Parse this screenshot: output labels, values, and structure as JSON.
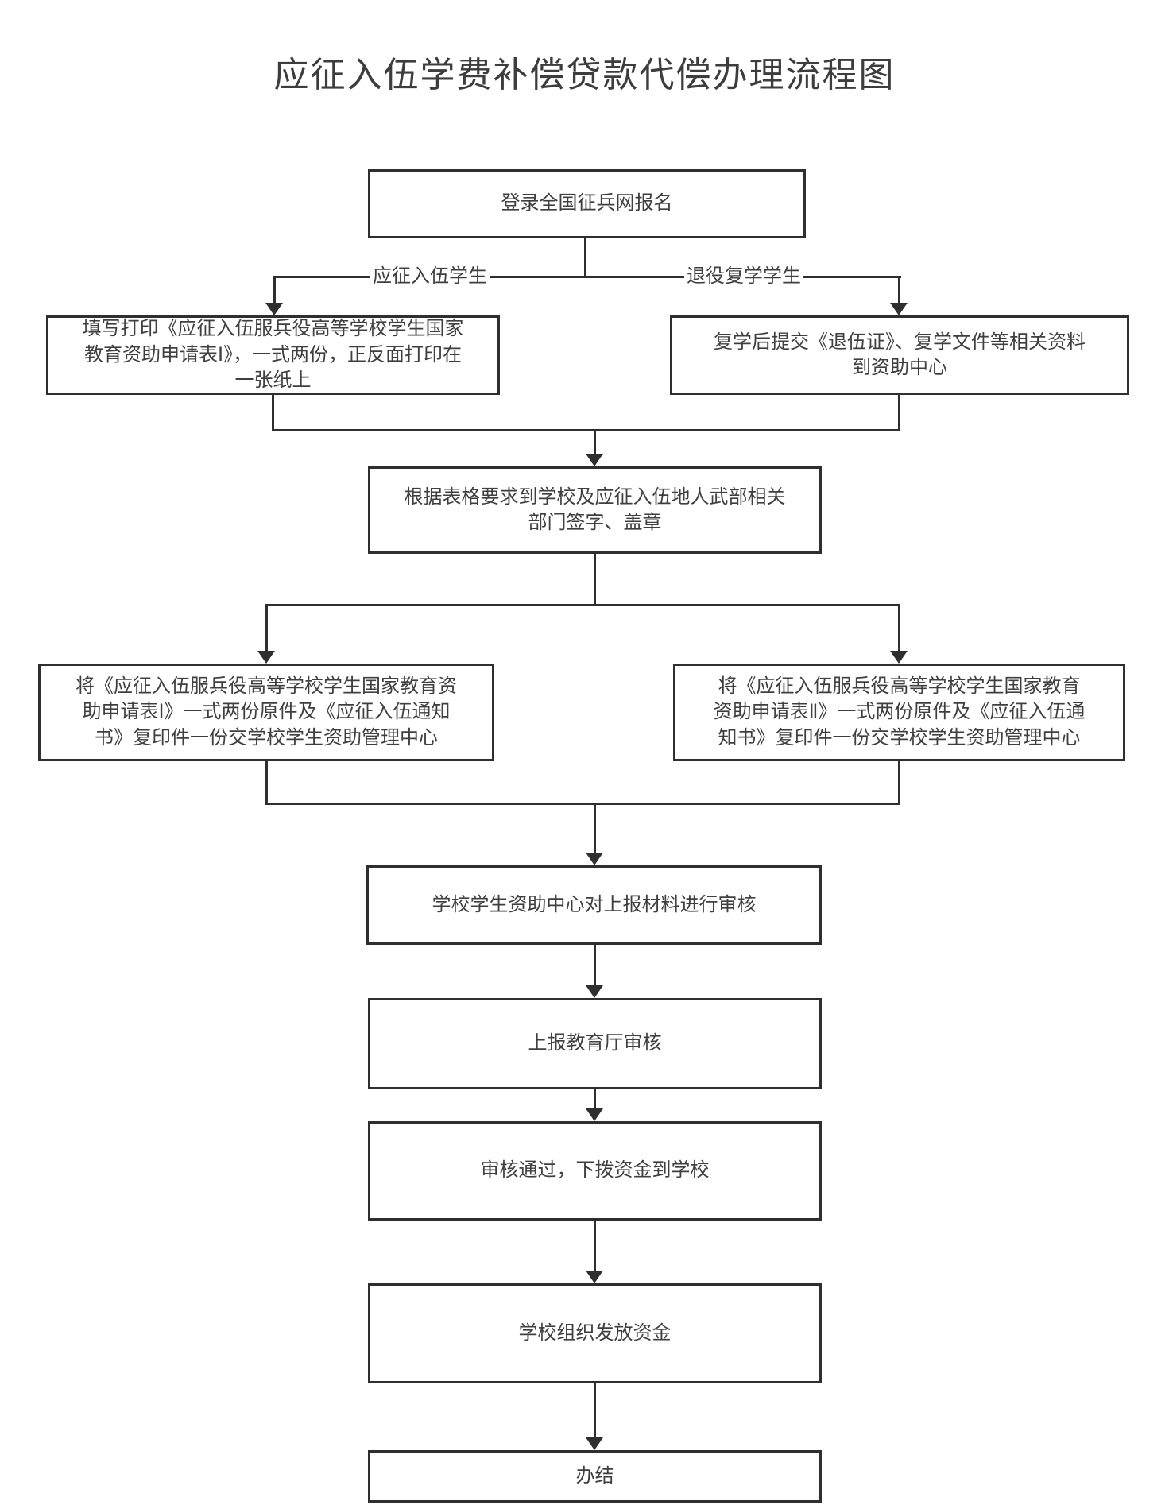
{
  "title": "应征入伍学费补偿贷款代偿办理流程图",
  "colors": {
    "line": "#2f2f2f",
    "text": "#3d3d3d",
    "background": "#ffffff"
  },
  "flow": {
    "nodes": {
      "login": {
        "text": "登录全国征兵网报名"
      },
      "fill_form": {
        "text": "填写打印《应征入伍服兵役高等学校学生国家教育资助申请表Ⅰ》，一式两份，正反面打印在一张纸上"
      },
      "resume_school": {
        "text": "复学后提交《退伍证》、复学文件等相关资料到资助中心"
      },
      "sign_stamp": {
        "text": "根据表格要求到学校及应征入伍地人武部相关部门签字、盖章"
      },
      "submit_form1": {
        "text": "将《应征入伍服兵役高等学校学生国家教育资助申请表Ⅰ》一式两份原件及《应征入伍通知书》复印件一份交学校学生资助管理中心"
      },
      "submit_form2": {
        "text": "将《应征入伍服兵役高等学校学生国家教育资助申请表Ⅱ》一式两份原件及《应征入伍通知书》复印件一份交学校学生资助管理中心"
      },
      "school_review": {
        "text": "学校学生资助中心对上报材料进行审核"
      },
      "dept_review": {
        "text": "上报教育厅审核"
      },
      "allocate_funds": {
        "text": "审核通过，下拨资金到学校"
      },
      "distribute_funds": {
        "text": "学校组织发放资金"
      },
      "complete": {
        "text": "办结"
      }
    },
    "edge_labels": {
      "enlist_students": "应征入伍学生",
      "veteran_students": "退役复学学生"
    }
  }
}
